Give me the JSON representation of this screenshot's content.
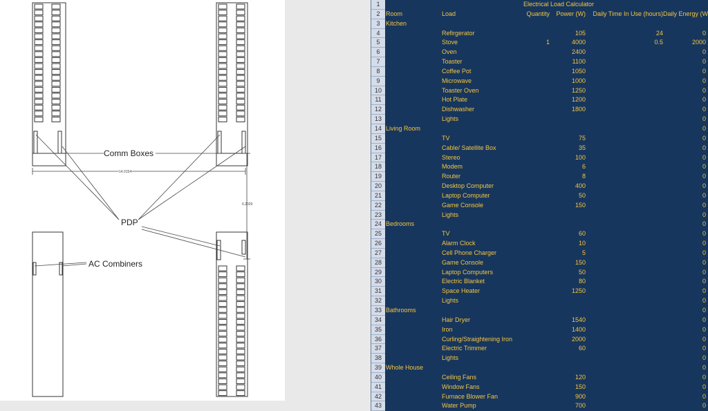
{
  "drawing": {
    "labels": {
      "comm_boxes": "Comm Boxes",
      "pdp": "PDP",
      "ac_combiners": "AC Combiners",
      "dim_horizontal": "14.0154",
      "dim_vertical": "6.2029"
    }
  },
  "sheet": {
    "title": "Electrical Load Calculator",
    "headers": {
      "room": "Room",
      "load": "Load",
      "quantity": "Quantity",
      "power": "Power (W)",
      "time": "Daily Time In Use (hours)",
      "energy": "Daily Energy (Wh)"
    },
    "rows": [
      {
        "n": "1",
        "title": "Electrical Load Calculator"
      },
      {
        "n": "2",
        "header": true
      },
      {
        "n": "3",
        "room": "Kitchen"
      },
      {
        "n": "4",
        "load": "Refirgerator",
        "qty": "",
        "power": "105",
        "time": "24",
        "energy": "0"
      },
      {
        "n": "5",
        "load": "Stove",
        "qty": "1",
        "power": "4000",
        "time": "0.5",
        "energy": "2000"
      },
      {
        "n": "6",
        "load": "Oven",
        "power": "2400",
        "energy": "0"
      },
      {
        "n": "7",
        "load": "Toaster",
        "power": "1100",
        "energy": "0"
      },
      {
        "n": "8",
        "load": "Coffee Pot",
        "power": "1050",
        "energy": "0"
      },
      {
        "n": "9",
        "load": "Microwave",
        "power": "1000",
        "energy": "0"
      },
      {
        "n": "10",
        "load": "Toaster Oven",
        "power": "1250",
        "energy": "0"
      },
      {
        "n": "11",
        "load": "Hot Plate",
        "power": "1200",
        "energy": "0"
      },
      {
        "n": "12",
        "load": "Dishwasher",
        "power": "1800",
        "energy": "0"
      },
      {
        "n": "13",
        "load": "Lights",
        "power": "",
        "energy": "0"
      },
      {
        "n": "14",
        "room": "Living Room",
        "energy": "0"
      },
      {
        "n": "15",
        "load": "TV",
        "power": "75",
        "energy": "0"
      },
      {
        "n": "16",
        "load": "Cable/ Satellite Box",
        "power": "35",
        "energy": "0"
      },
      {
        "n": "17",
        "load": "Stereo",
        "power": "100",
        "energy": "0"
      },
      {
        "n": "18",
        "load": "Modem",
        "power": "6",
        "energy": "0"
      },
      {
        "n": "19",
        "load": "Router",
        "power": "8",
        "energy": "0"
      },
      {
        "n": "20",
        "load": "Desktop Computer",
        "power": "400",
        "energy": "0"
      },
      {
        "n": "21",
        "load": "Laptop Computer",
        "power": "50",
        "energy": "0"
      },
      {
        "n": "22",
        "load": "Game Console",
        "power": "150",
        "energy": "0"
      },
      {
        "n": "23",
        "load": "Lights",
        "power": "",
        "energy": "0"
      },
      {
        "n": "24",
        "room": "Bedrooms",
        "energy": "0"
      },
      {
        "n": "25",
        "load": "TV",
        "power": "60",
        "energy": "0"
      },
      {
        "n": "26",
        "load": "Alarm Clock",
        "power": "10",
        "energy": "0"
      },
      {
        "n": "27",
        "load": "Cell Phone Charger",
        "power": "5",
        "energy": "0"
      },
      {
        "n": "28",
        "load": "Game Console",
        "power": "150",
        "energy": "0"
      },
      {
        "n": "29",
        "load": "Laptop Computers",
        "power": "50",
        "energy": "0"
      },
      {
        "n": "30",
        "load": "Electric Blanket",
        "power": "80",
        "energy": "0"
      },
      {
        "n": "31",
        "load": "Space Heater",
        "power": "1250",
        "energy": "0"
      },
      {
        "n": "32",
        "load": "Lights",
        "power": "",
        "energy": "0"
      },
      {
        "n": "33",
        "room": "Bathrooms",
        "energy": "0"
      },
      {
        "n": "34",
        "load": "Hair Dryer",
        "power": "1540",
        "energy": "0"
      },
      {
        "n": "35",
        "load": "Iron",
        "power": "1400",
        "energy": "0"
      },
      {
        "n": "36",
        "load": "Curling/Straightening Iron",
        "power": "2000",
        "energy": "0"
      },
      {
        "n": "37",
        "load": "Electric Trimmer",
        "power": "60",
        "energy": "0"
      },
      {
        "n": "38",
        "load": "Lights",
        "power": "",
        "energy": "0"
      },
      {
        "n": "39",
        "room": "Whole House",
        "energy": "0"
      },
      {
        "n": "40",
        "load": "Ceiling Fans",
        "power": "120",
        "energy": "0"
      },
      {
        "n": "41",
        "load": "Window Fans",
        "power": "150",
        "energy": "0"
      },
      {
        "n": "42",
        "load": "Furnace Blower Fan",
        "power": "900",
        "energy": "0"
      },
      {
        "n": "43",
        "load": "Water Pump",
        "power": "700",
        "energy": "0"
      }
    ]
  }
}
